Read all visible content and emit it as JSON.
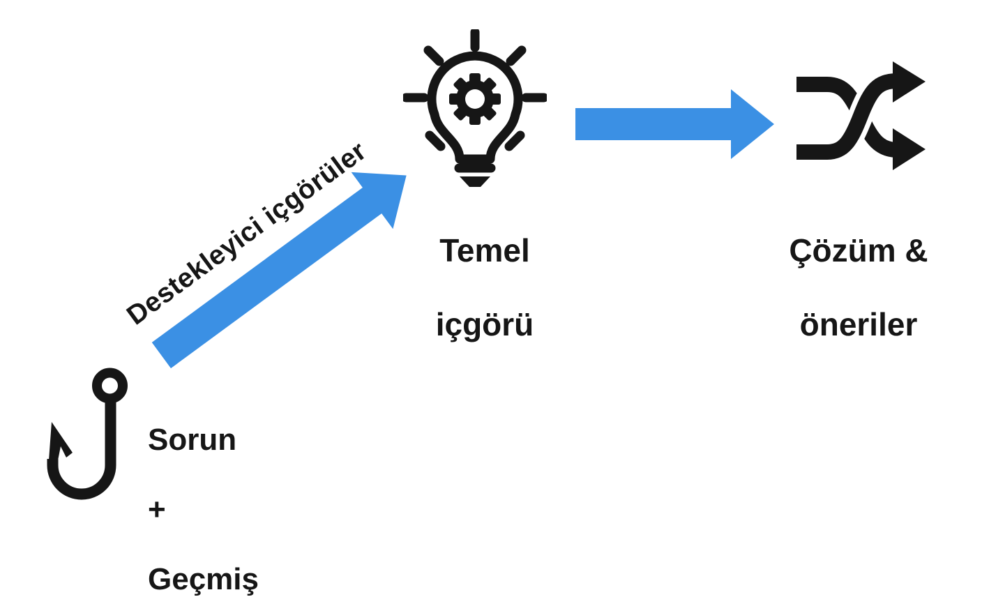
{
  "page": {
    "background": "#ffffff",
    "type": "process-flow-diagram"
  },
  "colors": {
    "arrow_blue": "#3b90e4",
    "ink_black": "#161616"
  },
  "flow": {
    "start": {
      "icon": "fishing-hook-icon",
      "lines": [
        "Sorun",
        "+",
        "Geçmiş"
      ]
    },
    "supporting_connector": {
      "shape": "diagonal-arrow-up-right",
      "label": "Destekleyici içgörüler"
    },
    "core": {
      "icon": "lightbulb-gear-icon",
      "lines": [
        "Temel",
        "içgörü"
      ]
    },
    "solution_connector": {
      "shape": "horizontal-arrow-right",
      "label": ""
    },
    "solution": {
      "icon": "shuffle-arrows-icon",
      "lines": [
        "Çözüm &",
        "öneriler"
      ]
    }
  }
}
